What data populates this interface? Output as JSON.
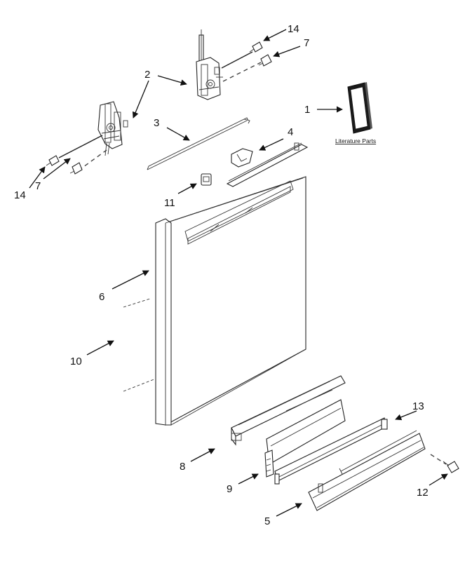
{
  "callouts": {
    "c1": "1",
    "c2": "2",
    "c3": "3",
    "c4": "4",
    "c5": "5",
    "c6": "6",
    "c7a": "7",
    "c7b": "7",
    "c8": "8",
    "c9": "9",
    "c10": "10",
    "c11": "11",
    "c12": "12",
    "c13": "13",
    "c14a": "14",
    "c14b": "14"
  },
  "literature_label": "Literature Parts",
  "colors": {
    "ink": "#111111",
    "paper": "#ffffff",
    "booklet": "#1a1a1a"
  }
}
